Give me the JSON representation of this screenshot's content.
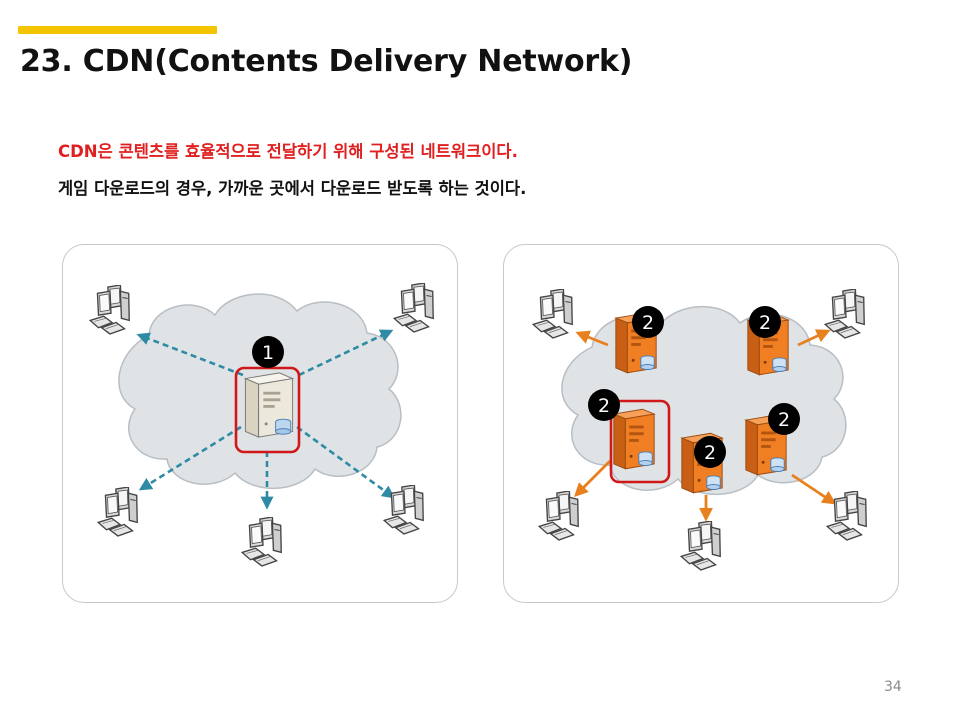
{
  "slide": {
    "title": "23. CDN(Contents Delivery Network)",
    "line1": "CDN은 콘텐츠를 효율적으로 전달하기 위해 구성된 네트워크이다.",
    "line2": "게임 다운로드의 경우, 가까운 곳에서 다운로드 받도록 하는 것이다.",
    "page_number": "34"
  },
  "diagram_left": {
    "badge": "1"
  },
  "diagram_right": {
    "badges": [
      "2",
      "2",
      "2",
      "2",
      "2"
    ]
  },
  "colors": {
    "accent": "#f5c400",
    "emphasis_text": "#e02020",
    "highlight_box": "#d01818",
    "cloud_fill": "#dfe3e6",
    "dashed_arrow": "#2e8aa5",
    "edge_arrow": "#e8801e",
    "origin_server": "#ece8dc",
    "edge_server": "#f07e22",
    "badge": "#000000"
  },
  "icons": {
    "client": "workstation-icon",
    "origin": "origin-server-icon",
    "edge": "edge-server-icon",
    "cloud": "cloud-network-icon"
  }
}
